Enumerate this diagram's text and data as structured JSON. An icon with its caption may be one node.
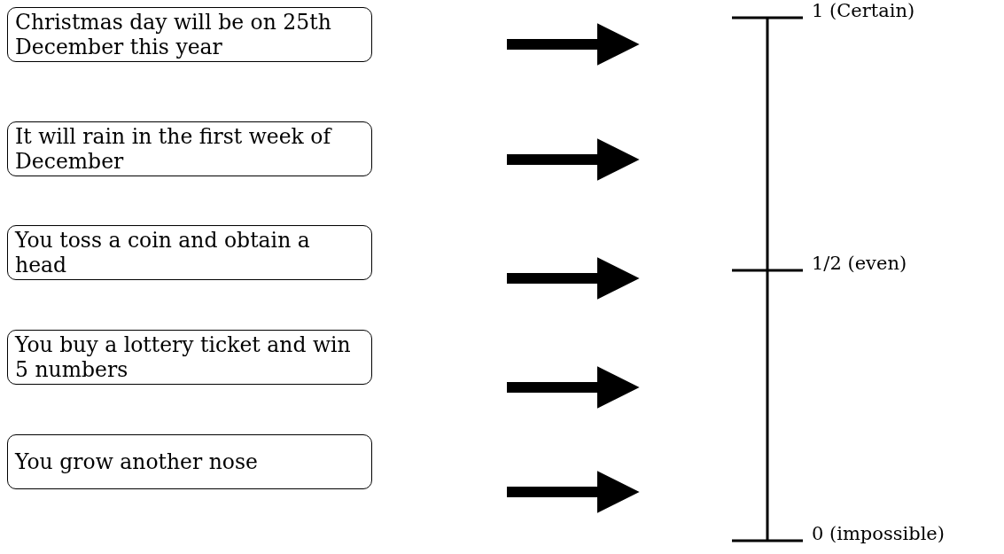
{
  "diagram": {
    "nodes": [
      {
        "text": [
          "Christmas day will be on 25th December this year"
        ]
      },
      {
        "text": [
          "It will rain in the first week of December"
        ]
      },
      {
        "text": [
          "You toss a coin and obtain a head"
        ]
      },
      {
        "text": [
          "You buy a lottery ticket and win 5 numbers"
        ]
      },
      {
        "text": [
          "You grow another nose"
        ]
      }
    ],
    "labels": [
      "1 (Certain)",
      "1/2 (even)",
      "0 (impossible)"
    ]
  }
}
